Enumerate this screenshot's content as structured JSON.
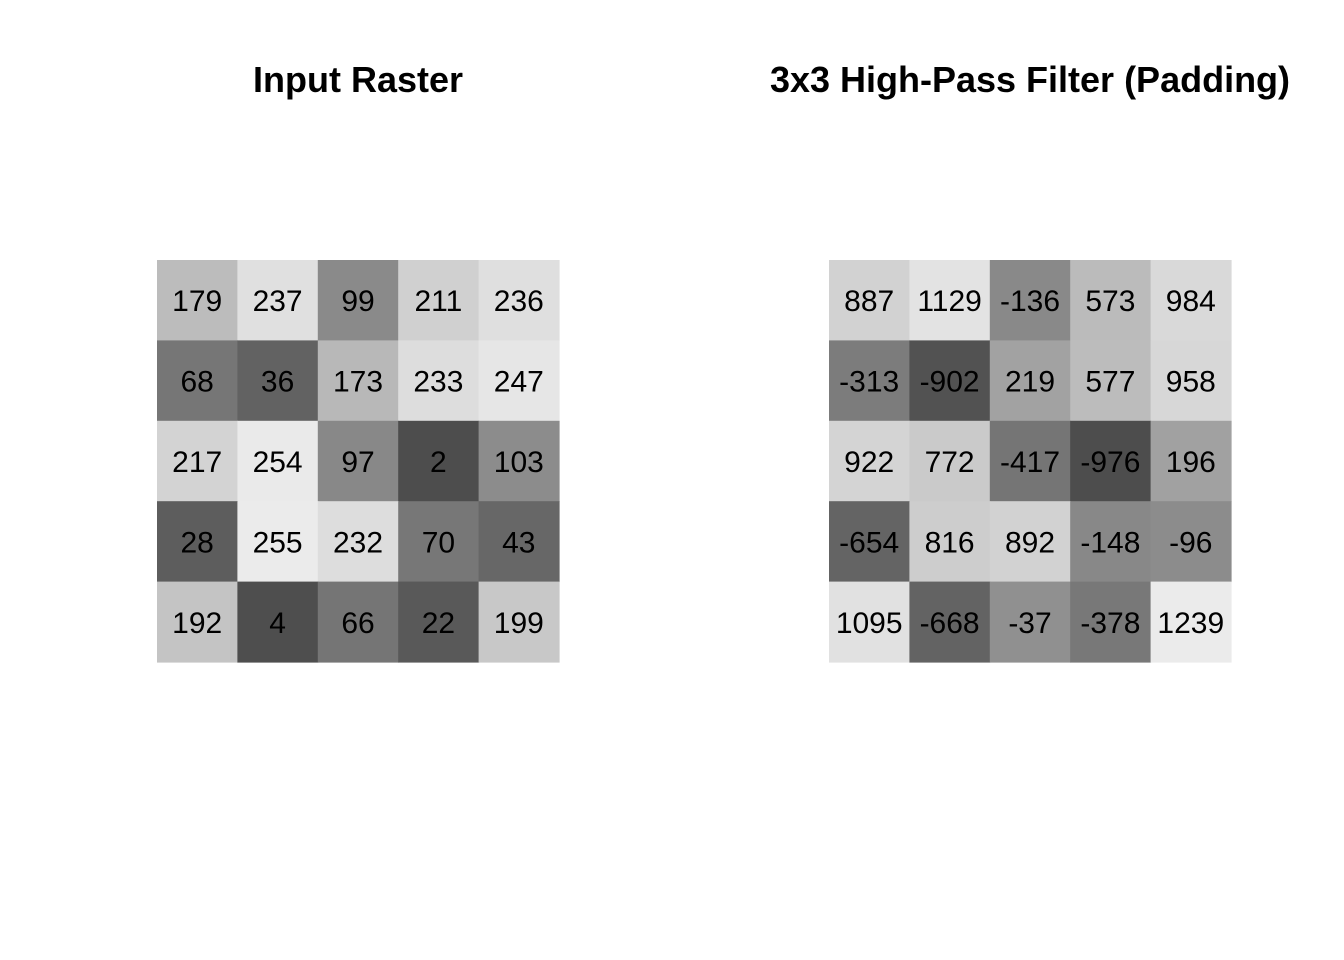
{
  "chart_data": [
    {
      "type": "heatmap",
      "title": "Input Raster",
      "rows": 5,
      "cols": 5,
      "values": [
        [
          179,
          237,
          99,
          211,
          236
        ],
        [
          68,
          36,
          173,
          233,
          247
        ],
        [
          217,
          254,
          97,
          2,
          103
        ],
        [
          28,
          255,
          232,
          70,
          43
        ],
        [
          192,
          4,
          66,
          22,
          199
        ]
      ],
      "color_scale": "grayscale",
      "grid": false,
      "legend": "none"
    },
    {
      "type": "heatmap",
      "title": "3x3 High-Pass Filter (Padding)",
      "rows": 5,
      "cols": 5,
      "values": [
        [
          887,
          1129,
          -136,
          573,
          984
        ],
        [
          -313,
          -902,
          219,
          577,
          958
        ],
        [
          922,
          772,
          -417,
          -976,
          196
        ],
        [
          -654,
          816,
          892,
          -148,
          -96
        ],
        [
          1095,
          -668,
          -37,
          -378,
          1239
        ]
      ],
      "color_scale": "grayscale",
      "grid": false,
      "legend": "none"
    }
  ],
  "colors": {
    "darkest": "#4d4d4d",
    "lightest": "#ebebeb",
    "text": "#000000",
    "background": "#ffffff"
  }
}
